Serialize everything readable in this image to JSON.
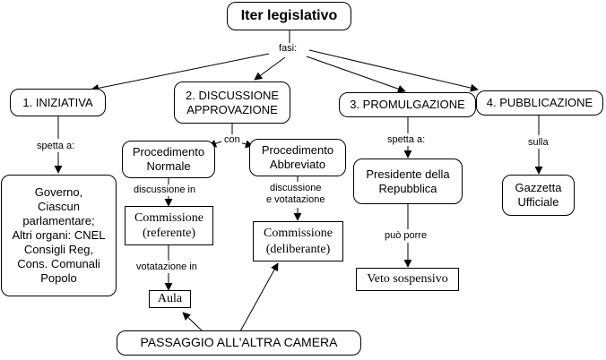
{
  "title": "Iter legislativo",
  "labels": {
    "fasi": "fasi:",
    "con": "con",
    "spetta_a_1": "spetta a:",
    "spetta_a_2": "spetta a:",
    "sulla": "sulla",
    "discussione_in": "discussione in",
    "discussione_votazione_1": "discussione",
    "discussione_votazione_2": "e votatazione",
    "votatazione_in": "votatazione in",
    "puo_porre": "può porre"
  },
  "phases": {
    "iniziativa": "1. INIZIATIVA",
    "discussione_1": "2. DISCUSSIONE",
    "discussione_2": "APPROVAZIONE",
    "promulgazione": "3. PROMULGAZIONE",
    "pubblicazione": "4. PUBBLICAZIONE"
  },
  "nodes": {
    "iniziativa_soggetti": [
      "Governo,",
      "Ciascun",
      "parlamentare;",
      "Altri organi: CNEL",
      "Consigli Reg,",
      "Cons. Comunali",
      "Popolo"
    ],
    "procedimento_normale": [
      "Procedimento",
      "Normale"
    ],
    "procedimento_abbreviato": [
      "Procedimento",
      "Abbreviato"
    ],
    "commissione_referente": [
      "Commissione",
      "(referente)"
    ],
    "commissione_deliberante": [
      "Commissione",
      "(deliberante)"
    ],
    "aula": "Aula",
    "passaggio": "PASSAGGIO ALL'ALTRA CAMERA",
    "presidente": [
      "Presidente della",
      "Repubblica"
    ],
    "veto": "Veto sospensivo",
    "gazzetta": [
      "Gazzetta",
      "Ufficiale"
    ]
  }
}
